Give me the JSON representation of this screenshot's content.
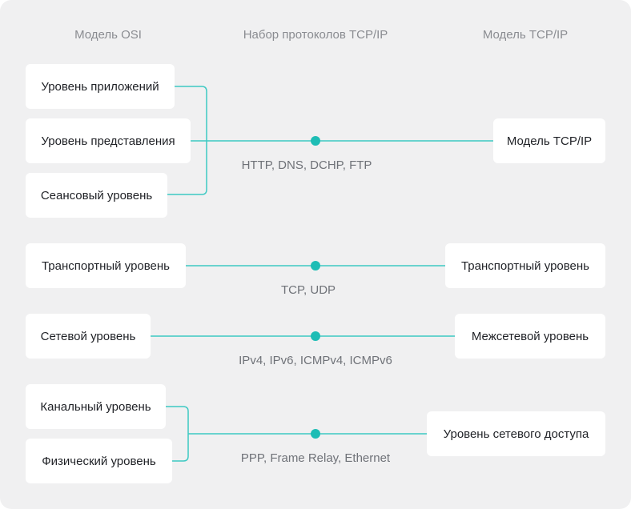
{
  "headers": {
    "osi": "Модель OSI",
    "protocols": "Набор протоколов TCP/IP",
    "tcpip": "Модель TCP/IP"
  },
  "groups": [
    {
      "osi_layers": [
        "Уровень приложений",
        "Уровень представления",
        "Сеансовый уровень"
      ],
      "protocols": "HTTP, DNS, DCHP, FTP",
      "tcpip_layer": "Модель TCP/IP"
    },
    {
      "osi_layers": [
        "Транспортный уровень"
      ],
      "protocols": "TCP, UDP",
      "tcpip_layer": "Транспортный уровень"
    },
    {
      "osi_layers": [
        "Сетевой уровень"
      ],
      "protocols": "IPv4, IPv6, ICMPv4, ICMPv6",
      "tcpip_layer": "Межсетевой уровень"
    },
    {
      "osi_layers": [
        "Канальный уровень",
        "Физический уровень"
      ],
      "protocols": "PPP, Frame Relay, Ethernet",
      "tcpip_layer": "Уровень сетевого доступа"
    }
  ],
  "colors": {
    "background": "#f0f0f1",
    "box": "#ffffff",
    "connector": "#3cc9c3",
    "dot": "#1ebdb5",
    "header_text": "#8a8c91",
    "protocol_text": "#6f7278",
    "box_text": "#1f2126"
  }
}
